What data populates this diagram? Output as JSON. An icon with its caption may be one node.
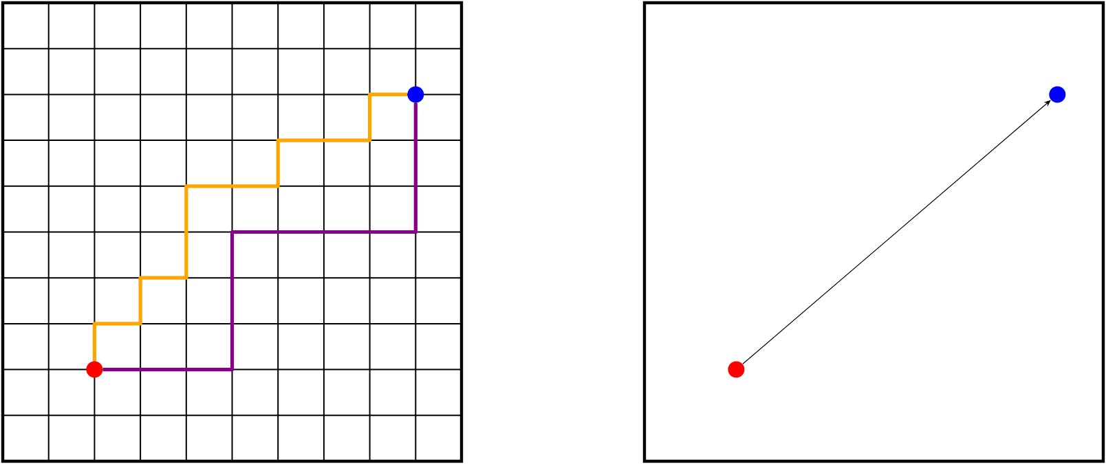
{
  "diagram": {
    "nodes": [
      {
        "text": [],
        "shape": "circle"
      },
      {
        "text": [],
        "shape": "circle"
      },
      {
        "text": [],
        "shape": "circle"
      },
      {
        "text": [],
        "shape": "circle"
      }
    ],
    "edges": [
      {
        "from": 0,
        "to": 1,
        "arrow": "none",
        "color": "#ffa500"
      },
      {
        "from": 0,
        "to": 1,
        "arrow": "none",
        "color": "#8b008b"
      },
      {
        "from": 2,
        "to": 3,
        "arrow": "to",
        "color": "#000000"
      }
    ]
  }
}
